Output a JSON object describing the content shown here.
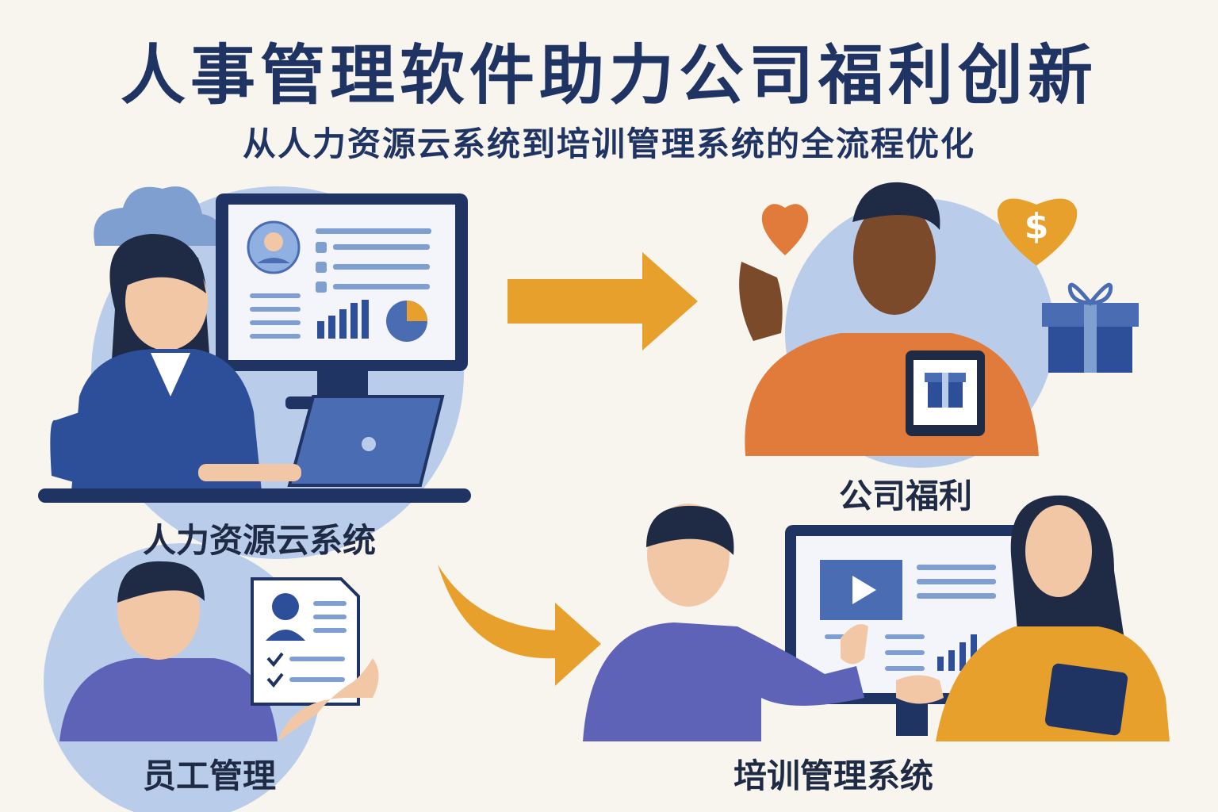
{
  "header": {
    "title": "人事管理软件助力公司福利创新",
    "subtitle": "从人力资源云系统到培训管理系统的全流程优化"
  },
  "sections": {
    "hr_cloud": {
      "label": "人力资源云系统"
    },
    "benefits": {
      "label": "公司福利"
    },
    "employee_mgmt": {
      "label": "员工管理"
    },
    "training": {
      "label": "培训管理系统"
    }
  },
  "icons": [
    "cloud-icon",
    "heart-icon",
    "dollar-heart-icon",
    "gift-icon",
    "play-icon",
    "pie-chart-icon",
    "bar-chart-icon",
    "checklist-icon",
    "arrow-icon"
  ],
  "colors": {
    "navy": "#1f3463",
    "blue": "#4a6cb3",
    "light_blue": "#b9cdea",
    "orange": "#e7a02c",
    "coral": "#e07b3c",
    "purple": "#5e63b8",
    "background": "#f8f5ef"
  }
}
